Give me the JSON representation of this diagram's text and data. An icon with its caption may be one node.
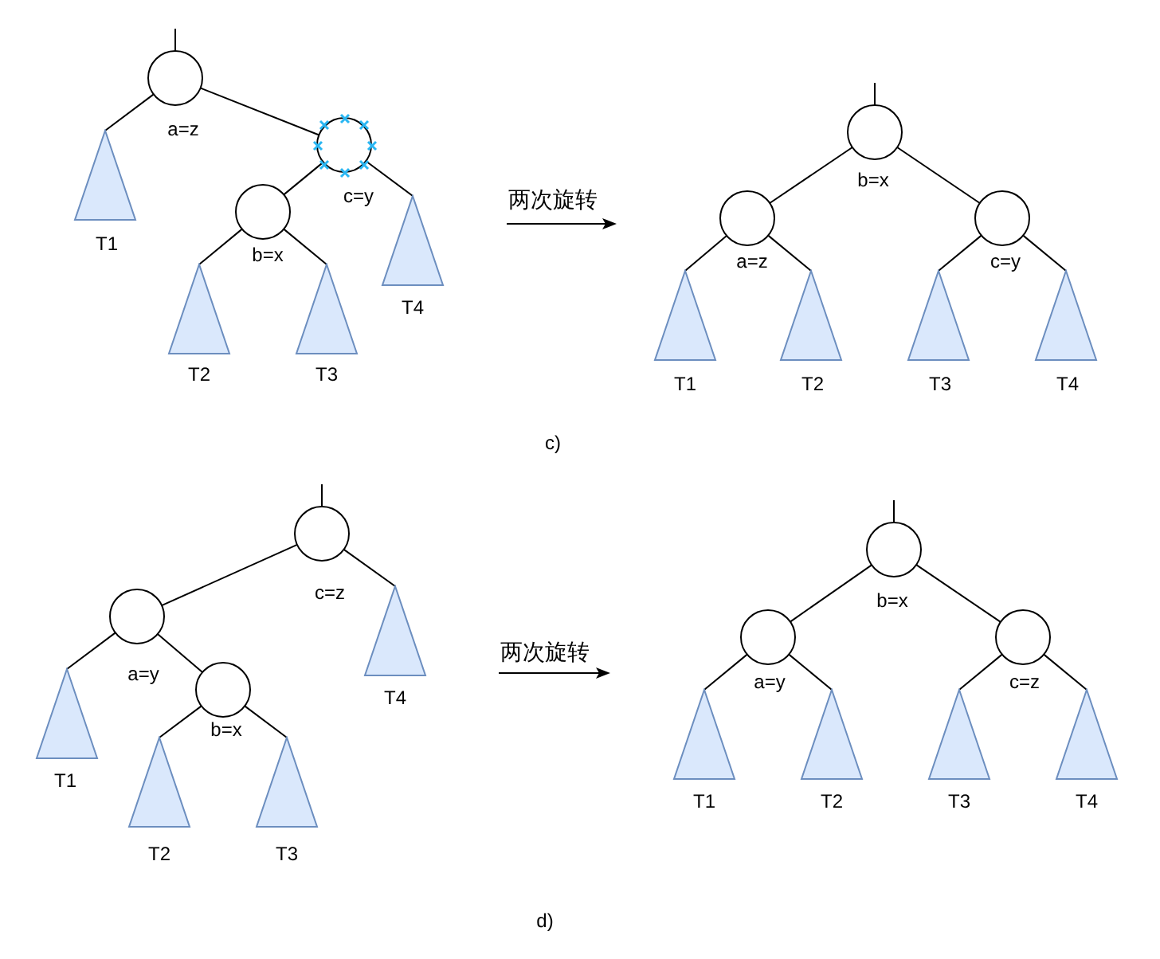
{
  "diagram": {
    "nodes": [
      {
        "text": [],
        "shape": "circle",
        "beside": [
          "a=z"
        ]
      },
      {
        "text": [],
        "shape": "triangle",
        "beside": [
          "T1"
        ]
      },
      {
        "text": [],
        "shape": "circle",
        "beside": [
          "c=y"
        ]
      },
      {
        "text": [],
        "shape": "circle",
        "beside": [
          "b=x"
        ]
      },
      {
        "text": [],
        "shape": "triangle",
        "beside": [
          "T4"
        ]
      },
      {
        "text": [],
        "shape": "triangle",
        "beside": [
          "T2"
        ]
      },
      {
        "text": [],
        "shape": "triangle",
        "beside": [
          "T3"
        ]
      },
      {
        "text": [],
        "shape": "circle",
        "beside": [
          "b=x"
        ]
      },
      {
        "text": [],
        "shape": "circle",
        "beside": [
          "a=z"
        ]
      },
      {
        "text": [],
        "shape": "circle",
        "beside": [
          "c=y"
        ]
      },
      {
        "text": [],
        "shape": "triangle",
        "beside": [
          "T1"
        ]
      },
      {
        "text": [],
        "shape": "triangle",
        "beside": [
          "T2"
        ]
      },
      {
        "text": [],
        "shape": "triangle",
        "beside": [
          "T3"
        ]
      },
      {
        "text": [],
        "shape": "triangle",
        "beside": [
          "T4"
        ]
      },
      {
        "text": [],
        "shape": "circle",
        "beside": [
          "c=z"
        ]
      },
      {
        "text": [],
        "shape": "circle",
        "beside": [
          "a=y"
        ]
      },
      {
        "text": [],
        "shape": "triangle",
        "beside": [
          "T4"
        ]
      },
      {
        "text": [],
        "shape": "triangle",
        "beside": [
          "T1"
        ]
      },
      {
        "text": [],
        "shape": "circle",
        "beside": [
          "b=x"
        ]
      },
      {
        "text": [],
        "shape": "triangle",
        "beside": [
          "T2"
        ]
      },
      {
        "text": [],
        "shape": "triangle",
        "beside": [
          "T3"
        ]
      },
      {
        "text": [],
        "shape": "circle",
        "beside": [
          "b=x"
        ]
      },
      {
        "text": [],
        "shape": "circle",
        "beside": [
          "a=y"
        ]
      },
      {
        "text": [],
        "shape": "circle",
        "beside": [
          "c=z"
        ]
      },
      {
        "text": [],
        "shape": "triangle",
        "beside": [
          "T1"
        ]
      },
      {
        "text": [],
        "shape": "triangle",
        "beside": [
          "T2"
        ]
      },
      {
        "text": [],
        "shape": "triangle",
        "beside": [
          "T3"
        ]
      },
      {
        "text": [],
        "shape": "triangle",
        "beside": [
          "T4"
        ]
      }
    ],
    "edges": [
      {
        "from": null,
        "to": 0,
        "arrow": "none"
      },
      {
        "from": 0,
        "to": 1,
        "arrow": "none"
      },
      {
        "from": 0,
        "to": 2,
        "arrow": "none"
      },
      {
        "from": 2,
        "to": 3,
        "arrow": "none"
      },
      {
        "from": 2,
        "to": 4,
        "arrow": "none"
      },
      {
        "from": 3,
        "to": 5,
        "arrow": "none"
      },
      {
        "from": 3,
        "to": 6,
        "arrow": "none"
      },
      {
        "from": null,
        "to": 7,
        "arrow": "none"
      },
      {
        "from": 7,
        "to": 8,
        "arrow": "none"
      },
      {
        "from": 7,
        "to": 9,
        "arrow": "none"
      },
      {
        "from": 8,
        "to": 10,
        "arrow": "none"
      },
      {
        "from": 8,
        "to": 11,
        "arrow": "none"
      },
      {
        "from": 9,
        "to": 12,
        "arrow": "none"
      },
      {
        "from": 9,
        "to": 13,
        "arrow": "none"
      },
      {
        "from": null,
        "to": 14,
        "arrow": "none"
      },
      {
        "from": 14,
        "to": 15,
        "arrow": "none"
      },
      {
        "from": 14,
        "to": 16,
        "arrow": "none"
      },
      {
        "from": 15,
        "to": 17,
        "arrow": "none"
      },
      {
        "from": 15,
        "to": 18,
        "arrow": "none"
      },
      {
        "from": 18,
        "to": 19,
        "arrow": "none"
      },
      {
        "from": 18,
        "to": 20,
        "arrow": "none"
      },
      {
        "from": null,
        "to": 21,
        "arrow": "none"
      },
      {
        "from": 21,
        "to": 22,
        "arrow": "none"
      },
      {
        "from": 21,
        "to": 23,
        "arrow": "none"
      },
      {
        "from": 22,
        "to": 24,
        "arrow": "none"
      },
      {
        "from": 22,
        "to": 25,
        "arrow": "none"
      },
      {
        "from": 23,
        "to": 26,
        "arrow": "none"
      },
      {
        "from": 23,
        "to": 27,
        "arrow": "none"
      }
    ],
    "labels": [
      "两次旋转",
      "c)",
      "两次旋转",
      "d)"
    ]
  }
}
